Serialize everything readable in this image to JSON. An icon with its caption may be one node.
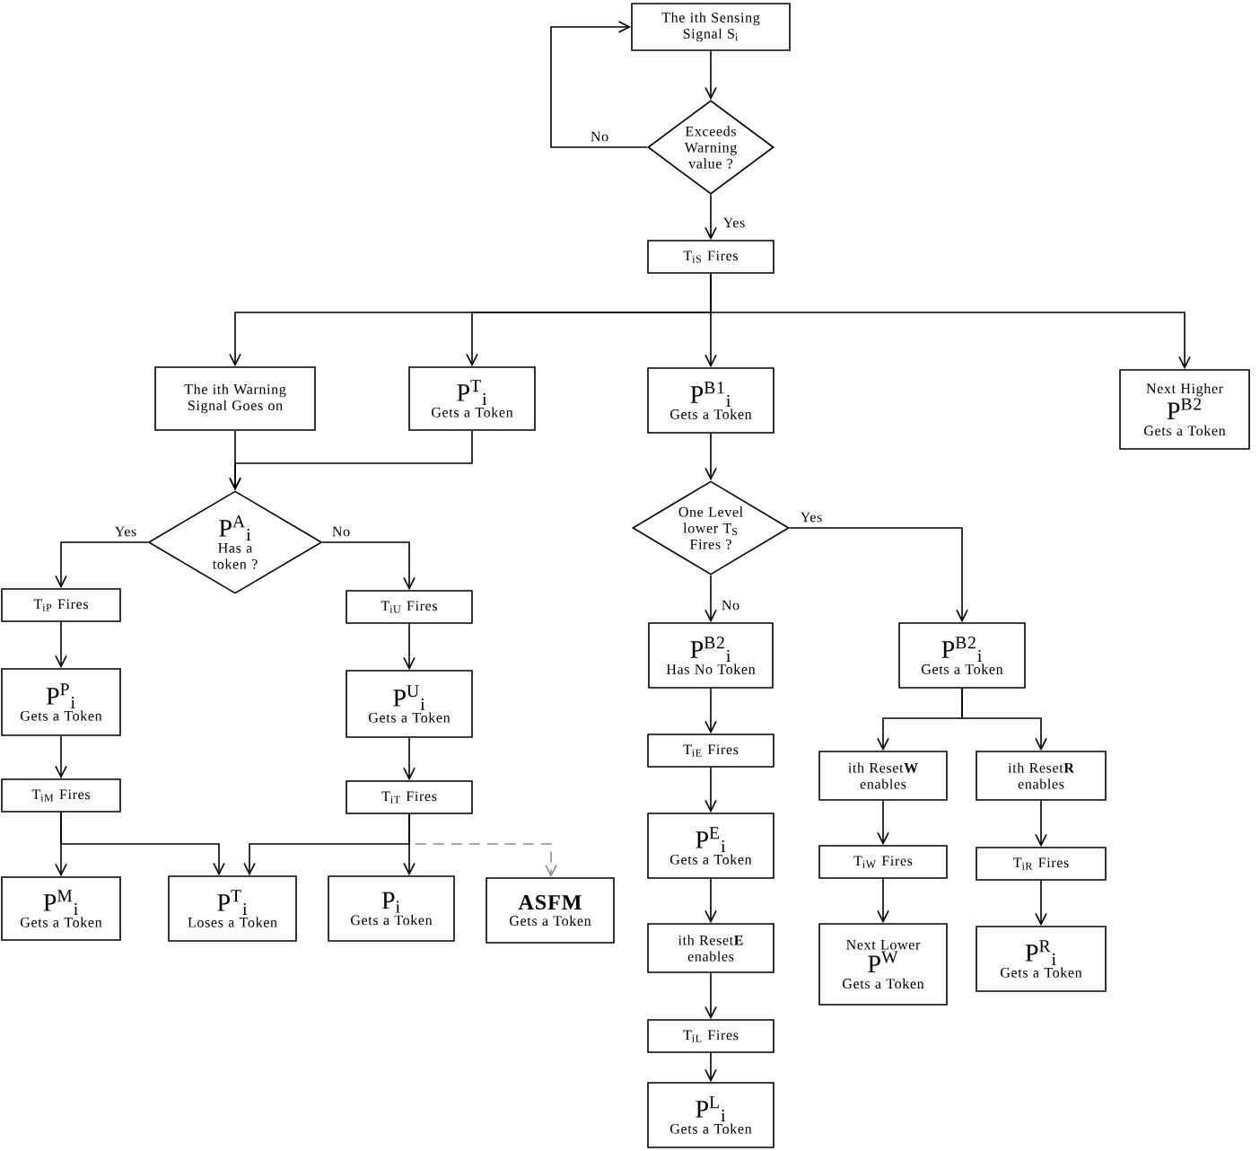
{
  "diagram": {
    "nodes": [
      {
        "text": [
          "The ith Sensing Signal S$_{i}$"
        ]
      },
      {
        "text": [
          "Exceeds Warning value ?"
        ]
      },
      {
        "text": [
          "T$_{iS}$ Fires"
        ]
      },
      {
        "text": [
          "The ith Warning Signal Goes on"
        ]
      },
      {
        "text": [
          "P$^{T}$$_{i}$",
          "Gets a Token"
        ]
      },
      {
        "text": [
          "P$^{B1}$$_{i}$",
          "Gets a Token"
        ]
      },
      {
        "text": [
          "Next Higher",
          "P$^{B2}$",
          "Gets a Token"
        ]
      },
      {
        "text": [
          "P$^{A}$$_{i}$",
          "Has a token ?"
        ]
      },
      {
        "text": [
          "One Level lower T$_{S}$ Fires ?"
        ]
      },
      {
        "text": [
          "T$_{iP}$ Fires"
        ]
      },
      {
        "text": [
          "T$_{iU}$ Fires"
        ]
      },
      {
        "text": [
          "P$^{B2}$$_{i}$",
          "Has No Token"
        ]
      },
      {
        "text": [
          "P$^{B2}$$_{i}$",
          "Gets a Token"
        ]
      },
      {
        "text": [
          "P$^{P}$$_{i}$",
          "Gets a Token"
        ]
      },
      {
        "text": [
          "P$^{U}$$_{i}$",
          "Gets a Token"
        ]
      },
      {
        "text": [
          "T$_{iE}$ Fires"
        ]
      },
      {
        "text": [
          "ith Reset**W** enables"
        ]
      },
      {
        "text": [
          "ith Reset**R** enables"
        ]
      },
      {
        "text": [
          "T$_{iM}$ Fires"
        ]
      },
      {
        "text": [
          "T$_{iT}$ Fires"
        ]
      },
      {
        "text": [
          "P$^{E}$$_{i}$",
          "Gets a Token"
        ]
      },
      {
        "text": [
          "T$_{iW}$ Fires"
        ]
      },
      {
        "text": [
          "T$_{iR}$ Fires"
        ]
      },
      {
        "text": [
          "P$^{M}$$_{i}$",
          "Gets a Token"
        ]
      },
      {
        "text": [
          "P$^{T}$$_{i}$",
          "Loses a Token"
        ]
      },
      {
        "text": [
          "P$_{i}$",
          "Gets a Token"
        ]
      },
      {
        "text": [
          "ASFM",
          "Gets a Token"
        ]
      },
      {
        "text": [
          "ith Reset**E** enables"
        ]
      },
      {
        "text": [
          "Next Lower",
          "P$^{W}$",
          "Gets a Token"
        ]
      },
      {
        "text": [
          "P$^{R}$$_{i}$",
          "Gets a Token"
        ]
      },
      {
        "text": [
          "T$_{iL}$ Fires"
        ]
      },
      {
        "text": [
          "P$^{L}$$_{i}$",
          "Gets a Token"
        ]
      }
    ],
    "edges": [
      {
        "from": 0,
        "to": 1,
        "arrow": "to"
      },
      {
        "from": 1,
        "to": 0,
        "arrow": "to",
        "label": "No"
      },
      {
        "from": 1,
        "to": 2,
        "arrow": "to",
        "label": "Yes"
      },
      {
        "from": 2,
        "to": 3,
        "arrow": "to"
      },
      {
        "from": 2,
        "to": 4,
        "arrow": "to"
      },
      {
        "from": 2,
        "to": 5,
        "arrow": "to"
      },
      {
        "from": 2,
        "to": 6,
        "arrow": "to"
      },
      {
        "from": 3,
        "to": 7,
        "arrow": "to"
      },
      {
        "from": 4,
        "to": 7,
        "arrow": "to"
      },
      {
        "from": 7,
        "to": 9,
        "arrow": "to",
        "label": "Yes"
      },
      {
        "from": 7,
        "to": 10,
        "arrow": "to",
        "label": "No"
      },
      {
        "from": 5,
        "to": 8,
        "arrow": "to"
      },
      {
        "from": 8,
        "to": 11,
        "arrow": "to",
        "label": "No"
      },
      {
        "from": 8,
        "to": 12,
        "arrow": "to",
        "label": "Yes"
      },
      {
        "from": 9,
        "to": 13,
        "arrow": "to"
      },
      {
        "from": 10,
        "to": 14,
        "arrow": "to"
      },
      {
        "from": 11,
        "to": 15,
        "arrow": "to"
      },
      {
        "from": 12,
        "to": 16,
        "arrow": "to"
      },
      {
        "from": 12,
        "to": 17,
        "arrow": "to"
      },
      {
        "from": 13,
        "to": 18,
        "arrow": "to"
      },
      {
        "from": 14,
        "to": 19,
        "arrow": "to"
      },
      {
        "from": 15,
        "to": 20,
        "arrow": "to"
      },
      {
        "from": 16,
        "to": 21,
        "arrow": "to"
      },
      {
        "from": 17,
        "to": 22,
        "arrow": "to"
      },
      {
        "from": 18,
        "to": 23,
        "arrow": "to"
      },
      {
        "from": 18,
        "to": 24,
        "arrow": "to"
      },
      {
        "from": 19,
        "to": 24,
        "arrow": "to"
      },
      {
        "from": 19,
        "to": 25,
        "arrow": "to"
      },
      {
        "from": 19,
        "to": 26,
        "arrow": "to",
        "style": "dashed",
        "color": "#8c8c8c"
      },
      {
        "from": 20,
        "to": 27,
        "arrow": "to"
      },
      {
        "from": 21,
        "to": 28,
        "arrow": "to"
      },
      {
        "from": 22,
        "to": 29,
        "arrow": "to"
      },
      {
        "from": 27,
        "to": 30,
        "arrow": "to"
      },
      {
        "from": 30,
        "to": 31,
        "arrow": "to"
      }
    ]
  }
}
